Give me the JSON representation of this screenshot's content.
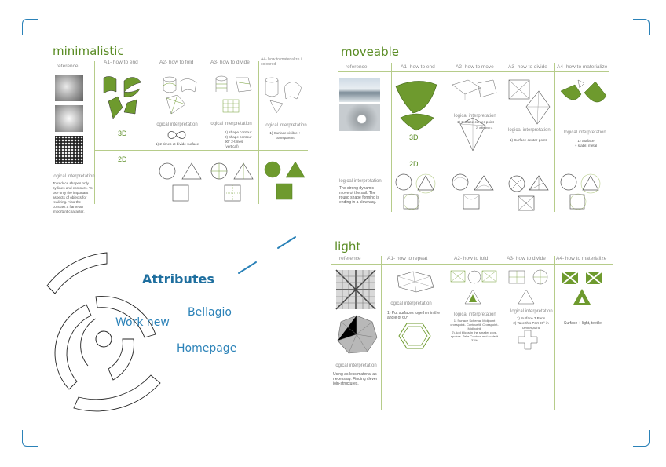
{
  "panels": {
    "minimalistic": {
      "title": "minimalistic",
      "headers": [
        "reference",
        "A1- how to end",
        "A2- how to fold",
        "A3- how to divide",
        "A4- how to materialize / coloured"
      ],
      "row_3d": "3D",
      "row_2d": "2D",
      "interp_label": "logical interpretation",
      "a2_note": "1) 2-times at divide surface",
      "a3_note": "1) shape contour\n2) shape contour 90° 2-times (vertical)",
      "a4_note": "1) Surface visible + transparent",
      "ref_interp_label": "logical interpretation",
      "ref_interp_text": "To reduce shapes only by lines and contours. To use only the important aspects of objects for realizing. Also the contrast a flame an important character."
    },
    "moveable": {
      "title": "moveable",
      "headers": [
        "reference",
        "A1- how to end",
        "A2- how to move",
        "A3- how to divide",
        "A4- how to materialize"
      ],
      "row_3d": "3D",
      "row_2d": "2D",
      "a2_note": "1) Surface center-point",
      "a2_small": "2) with drop a",
      "a3_label": "logical interpretation",
      "a3_note": "1) Surface center-point",
      "a4_label": "logical interpretation",
      "a4_note": "1) Surface\n+ stabil, metal",
      "a2_label": "logical interpretation",
      "ref_interp_label": "logical interpretation",
      "ref_interp_text": "The strong dynamic move of the sail. The round shape forming is ending in a slow way."
    },
    "light": {
      "title": "light",
      "headers": [
        "reference",
        "A1- how to repeat",
        "A2- how to fold",
        "A3- how to divide",
        "A4- how to materialize"
      ],
      "a1_label": "logical interpretation",
      "a1_note": "1) Put surfaces together in the angle of 60°",
      "a2_label": "logical interpretation",
      "a2_note": "1) Surface Schema: Midlpoint crosspoint- Contour till Crosspoint-Midlpointl\n2) Add blicks in the smaller cros- spoints. Take Contour and scale it 33%",
      "a3_label": "logical interpretation",
      "a3_note": "1) Surface 3 Parts\n2) Take this Part 90° in centerpoint",
      "a4_note": "Surface + light, textile",
      "ref_interp_label": "logical interpretation",
      "ref_interp_text": "Using as less material as necessary. Finding clever join-structures."
    }
  },
  "navigation": {
    "heading": "Attributes",
    "items": [
      "Bellagio",
      "Work new",
      "Homepage"
    ]
  },
  "colors": {
    "accent_green": "#5a8c24",
    "fill_green": "#6e9a2e",
    "nav_blue": "#2b82b8",
    "grid_line": "#b6cc8a"
  }
}
